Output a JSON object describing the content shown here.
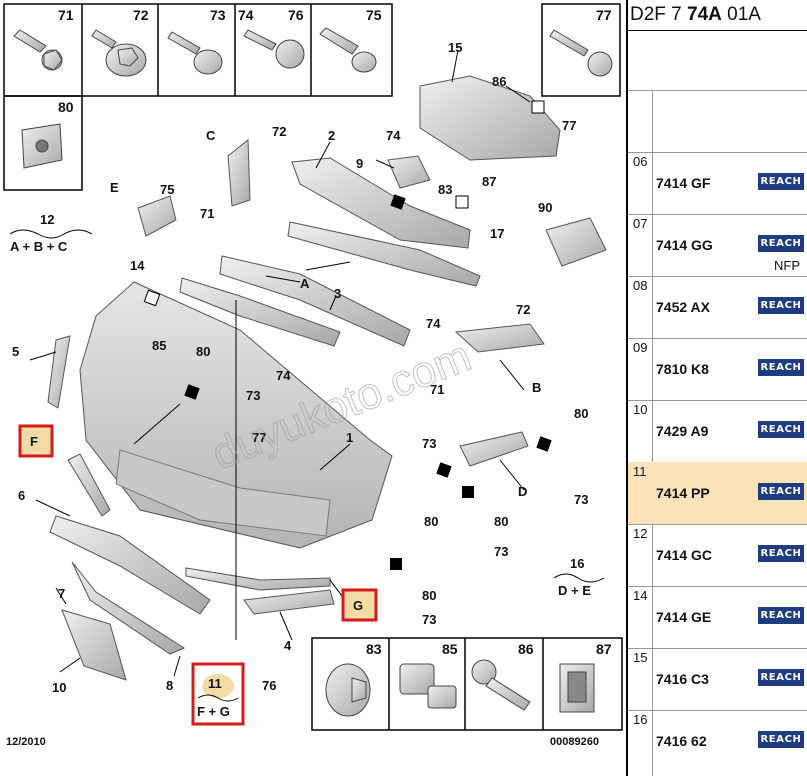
{
  "header": {
    "prefix": "D2F 7",
    "bold": "74A",
    "suffix": "01A"
  },
  "diagram": {
    "fasteners_top": [
      "71",
      "72",
      "73",
      "74",
      "76",
      "75"
    ],
    "fastener_77": "77",
    "fastener_80": "80",
    "callouts": [
      "15",
      "86",
      "77",
      "C",
      "72",
      "2",
      "74",
      "9",
      "83",
      "87",
      "17",
      "90",
      "E",
      "75",
      "71",
      "14",
      "3",
      "A",
      "72",
      "74",
      "5",
      "85",
      "80",
      "74",
      "73",
      "71",
      "B",
      "1",
      "80",
      "73",
      "D",
      "73",
      "80",
      "80",
      "77",
      "73",
      "6",
      "7",
      "8",
      "10",
      "4",
      "76",
      "80",
      "73"
    ],
    "group_12": {
      "num": "12",
      "formula": "A + B + C"
    },
    "group_16": {
      "num": "16",
      "formula": "D + E"
    },
    "group_11": {
      "num": "11",
      "formula": "F + G"
    },
    "box_F": "F",
    "box_G": "G",
    "fasteners_bottom": [
      "83",
      "85",
      "86",
      "87"
    ],
    "date": "12/2010",
    "doc_number": "00089260",
    "watermark": "duyukoto.com"
  },
  "ref_table": {
    "tag_label": "REACH",
    "rows": [
      {
        "index": "06",
        "code": "7414 GF",
        "extra": "",
        "highlight": false
      },
      {
        "index": "07",
        "code": "7414 GG",
        "extra": "NFP",
        "highlight": false
      },
      {
        "index": "08",
        "code": "7452 AX",
        "extra": "",
        "highlight": false
      },
      {
        "index": "09",
        "code": "7810 K8",
        "extra": "",
        "highlight": false
      },
      {
        "index": "10",
        "code": "7429 A9",
        "extra": "",
        "highlight": false
      },
      {
        "index": "11",
        "code": "7414 PP",
        "extra": "",
        "highlight": true
      },
      {
        "index": "12",
        "code": "7414 GC",
        "extra": "",
        "highlight": false
      },
      {
        "index": "14",
        "code": "7414 GE",
        "extra": "",
        "highlight": false
      },
      {
        "index": "15",
        "code": "7416 C3",
        "extra": "",
        "highlight": false
      },
      {
        "index": "16",
        "code": "7416 62",
        "extra": "",
        "highlight": false
      }
    ]
  },
  "colors": {
    "highlight_row": "#fbe2b8",
    "reach_badge": "#1f3c80",
    "callout_box_red": "#d61a1a",
    "callout_box_fill": "#f3dba6"
  }
}
